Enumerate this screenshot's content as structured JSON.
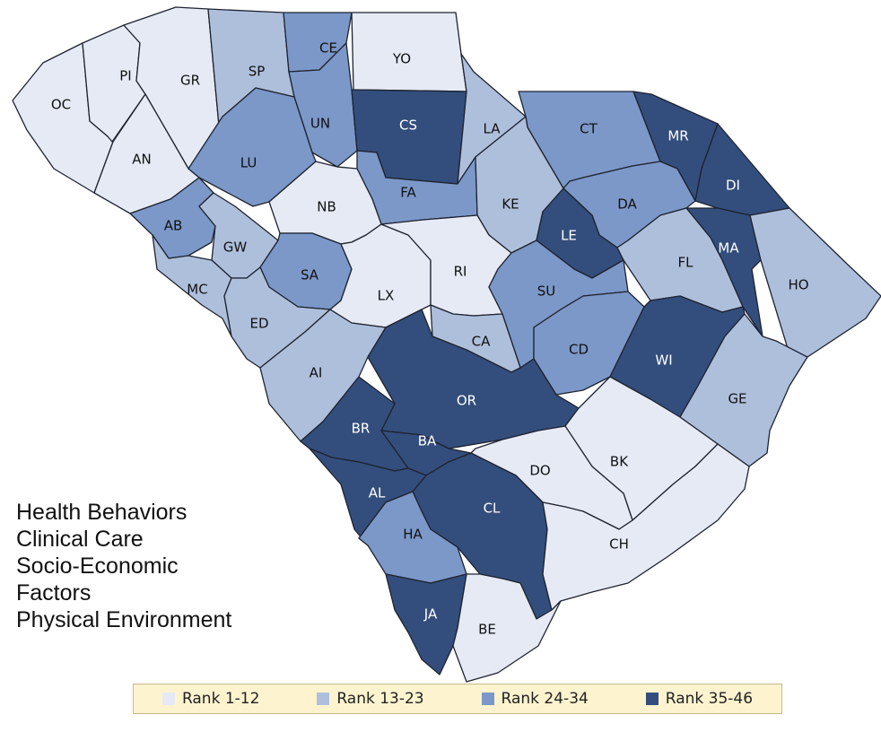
{
  "colors": {
    "rank_1_12": "#e5eaf5",
    "rank_13_23": "#aebfdc",
    "rank_24_34": "#7b98c8",
    "rank_35_46": "#334e7c",
    "outline": "#1e2330"
  },
  "categories": [
    "Health Behaviors",
    "Clinical Care",
    "Socio-Economic",
    "Factors",
    "Physical Environment"
  ],
  "legend": [
    {
      "label": "Rank 1-12",
      "tier": "rank_1_12"
    },
    {
      "label": "Rank 13-23",
      "tier": "rank_13_23"
    },
    {
      "label": "Rank 24-34",
      "tier": "rank_24_34"
    },
    {
      "label": "Rank 35-46",
      "tier": "rank_35_46"
    }
  ],
  "counties": [
    {
      "code": "OC",
      "tier": "rank_1_12"
    },
    {
      "code": "PI",
      "tier": "rank_1_12"
    },
    {
      "code": "GR",
      "tier": "rank_1_12"
    },
    {
      "code": "AN",
      "tier": "rank_1_12"
    },
    {
      "code": "SP",
      "tier": "rank_13_23"
    },
    {
      "code": "CE",
      "tier": "rank_24_34"
    },
    {
      "code": "YO",
      "tier": "rank_1_12"
    },
    {
      "code": "UN",
      "tier": "rank_24_34"
    },
    {
      "code": "CS",
      "tier": "rank_35_46"
    },
    {
      "code": "LA",
      "tier": "rank_13_23"
    },
    {
      "code": "CT",
      "tier": "rank_24_34"
    },
    {
      "code": "MR",
      "tier": "rank_35_46"
    },
    {
      "code": "DI",
      "tier": "rank_35_46"
    },
    {
      "code": "LU",
      "tier": "rank_24_34"
    },
    {
      "code": "FA",
      "tier": "rank_24_34"
    },
    {
      "code": "KE",
      "tier": "rank_13_23"
    },
    {
      "code": "DA",
      "tier": "rank_24_34"
    },
    {
      "code": "AB",
      "tier": "rank_24_34"
    },
    {
      "code": "GW",
      "tier": "rank_13_23"
    },
    {
      "code": "NB",
      "tier": "rank_1_12"
    },
    {
      "code": "LE",
      "tier": "rank_35_46"
    },
    {
      "code": "MA",
      "tier": "rank_35_46"
    },
    {
      "code": "FL",
      "tier": "rank_13_23"
    },
    {
      "code": "HO",
      "tier": "rank_13_23"
    },
    {
      "code": "MC",
      "tier": "rank_13_23"
    },
    {
      "code": "SA",
      "tier": "rank_24_34"
    },
    {
      "code": "LX",
      "tier": "rank_1_12"
    },
    {
      "code": "RI",
      "tier": "rank_1_12"
    },
    {
      "code": "SU",
      "tier": "rank_24_34"
    },
    {
      "code": "ED",
      "tier": "rank_13_23"
    },
    {
      "code": "CA",
      "tier": "rank_13_23"
    },
    {
      "code": "CD",
      "tier": "rank_24_34"
    },
    {
      "code": "WI",
      "tier": "rank_35_46"
    },
    {
      "code": "AI",
      "tier": "rank_13_23"
    },
    {
      "code": "OR",
      "tier": "rank_35_46"
    },
    {
      "code": "GE",
      "tier": "rank_13_23"
    },
    {
      "code": "BR",
      "tier": "rank_35_46"
    },
    {
      "code": "BA",
      "tier": "rank_35_46"
    },
    {
      "code": "BK",
      "tier": "rank_1_12"
    },
    {
      "code": "DO",
      "tier": "rank_1_12"
    },
    {
      "code": "AL",
      "tier": "rank_35_46"
    },
    {
      "code": "CL",
      "tier": "rank_35_46"
    },
    {
      "code": "HA",
      "tier": "rank_24_34"
    },
    {
      "code": "CH",
      "tier": "rank_1_12"
    },
    {
      "code": "JA",
      "tier": "rank_35_46"
    },
    {
      "code": "BE",
      "tier": "rank_1_12"
    }
  ]
}
